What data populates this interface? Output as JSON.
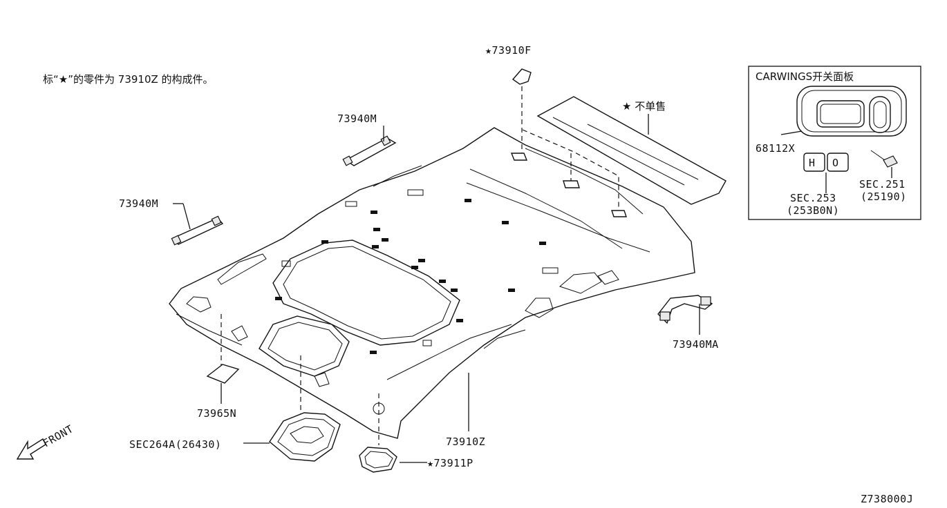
{
  "note": {
    "prefix": "标“",
    "star": "★",
    "suffix": "”的零件为  73910Z 的构成件。"
  },
  "labels": {
    "p73910F": "★73910F",
    "not_sold": "★ 不单售",
    "p73940M_top": "73940M",
    "p73940M_left": "73940M",
    "p73940MA": "73940MA",
    "p73965N": "73965N",
    "p73910Z": "73910Z",
    "sec264a": "SEC264A(26430)",
    "p73911P": "★73911P",
    "front": "FRONT"
  },
  "inset": {
    "title": "CARWINGS开关面板",
    "p68112X": "68112X",
    "sec253": "SEC.253",
    "sec253_sub": "(253B0N)",
    "sec251": "SEC.251",
    "sec251_sub": "(25190)"
  },
  "diagram_code": "Z738000J"
}
